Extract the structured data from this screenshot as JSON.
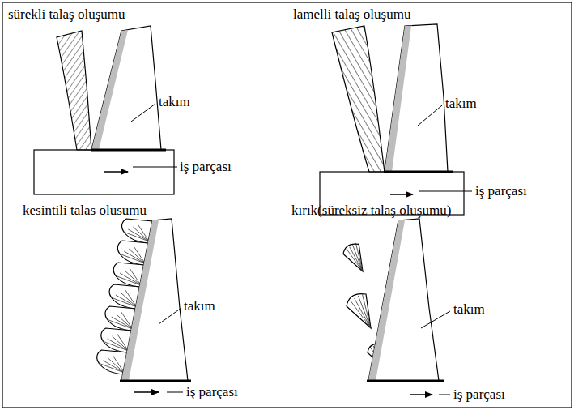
{
  "diagram": {
    "labels": [
      "sürekli talaş oluşumu",
      "lamelli talaş oluşumu",
      "kesintili talas olusumu",
      "kırık(süreksiz talaş oluşumu)",
      "takım",
      "iş parçası",
      "takım",
      "iş parçası",
      "takım",
      "iş parçası",
      "takım",
      "iş parçası"
    ]
  }
}
